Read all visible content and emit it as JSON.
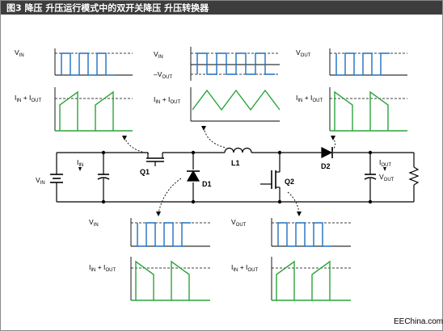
{
  "title": "图3 降压 升压运行模式中的双开关降压 升压转换器",
  "watermark": "EEChina.com",
  "colors": {
    "title_bg": "#3d3d3d",
    "page_bg": "#ffffff",
    "border": "#8a8a8a",
    "waveform_blue": "#1e6fc0",
    "waveform_green": "#2aa43a",
    "wire": "#000000"
  },
  "components": {
    "L1": "L1",
    "Q1": "Q1",
    "Q2": "Q2",
    "D1": "D1",
    "D2": "D2"
  },
  "circuit_labels": {
    "vin": "V",
    "vin_sub": "IN",
    "iin": "I",
    "iin_sub": "IN",
    "iout": "I",
    "iout_sub": "OUT",
    "vout": "V",
    "vout_sub": "OUT"
  },
  "waveform_labels": {
    "q1_v": {
      "main": "V",
      "sub": "IN"
    },
    "q1_i": {
      "main": "I",
      "sub1": "IN",
      "mid": " + I",
      "sub2": "OUT"
    },
    "l1_v_top": {
      "main": "V",
      "sub": "IN"
    },
    "l1_v_bot": {
      "main": "–V",
      "sub": "OUT"
    },
    "l1_i": {
      "main": "I",
      "sub1": "IN",
      "mid": " + I",
      "sub2": "OUT"
    },
    "d2_v": {
      "main": "V",
      "sub": "OUT"
    },
    "d2_i": {
      "main": "I",
      "sub1": "IN",
      "mid": " + I",
      "sub2": "OUT"
    },
    "d1_v": {
      "main": "V",
      "sub": "IN"
    },
    "d1_i": {
      "main": "I",
      "sub1": "IN",
      "mid": " + I",
      "sub2": "OUT"
    },
    "q2_v": {
      "main": "V",
      "sub": "OUT"
    },
    "q2_i": {
      "main": "I",
      "sub1": "IN",
      "mid": " + I",
      "sub2": "OUT"
    }
  }
}
